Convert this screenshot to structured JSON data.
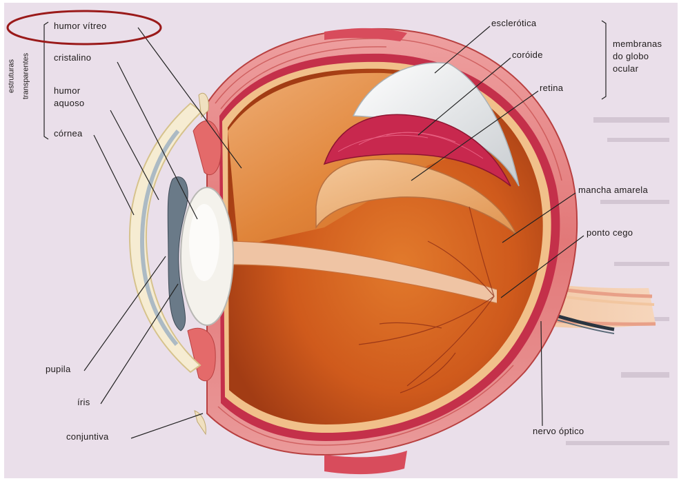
{
  "labels": {
    "humor_vitreo": "humor vítreo",
    "cristalino": "cristalino",
    "humor_aquoso_1": "humor",
    "humor_aquoso_2": "aquoso",
    "cornea": "córnea",
    "estruturas_1": "estruturas",
    "estruturas_2": "transparentes",
    "esclerotica": "esclerótica",
    "coroide": "coróide",
    "retina": "retina",
    "membranas_1": "membranas",
    "membranas_2": "do globo",
    "membranas_3": "ocular",
    "mancha_amarela": "mancha amarela",
    "ponto_cego": "ponto cego",
    "pupila": "pupila",
    "iris": "íris",
    "conjuntiva": "conjuntiva",
    "nervo_optico": "nervo óptico"
  },
  "colors": {
    "background": "#e9dfe9",
    "sclera": "#e06a6a",
    "vitreous": "#d9661e",
    "retina_layer": "#f0b88a",
    "choroid": "#b81e3c",
    "lens": "#f4f2ec",
    "cornea": "#f6ecd2",
    "highlight_ellipse": "#9a1a1a"
  }
}
